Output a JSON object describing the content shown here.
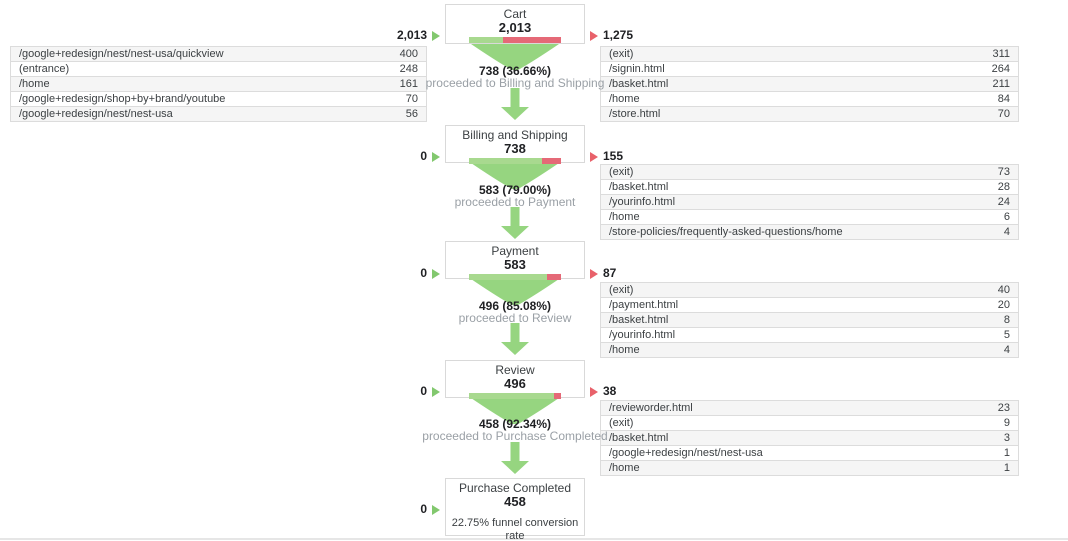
{
  "colors": {
    "arrow_green": "#96d580",
    "bar_green": "#a8d98f",
    "bar_red": "#e56977",
    "tri_green": "#82c86e",
    "tri_red": "#e8616a"
  },
  "steps": [
    {
      "title": "Cart",
      "value": "2,013",
      "green_pct": 36.66,
      "left_number": "2,013",
      "right_number": "1,275",
      "left_rows": [
        {
          "label": "/google+redesign/nest/nest-usa/quickview",
          "value": "400"
        },
        {
          "label": "(entrance)",
          "value": "248"
        },
        {
          "label": "/home",
          "value": "161"
        },
        {
          "label": "/google+redesign/shop+by+brand/youtube",
          "value": "70"
        },
        {
          "label": "/google+redesign/nest/nest-usa",
          "value": "56"
        }
      ],
      "right_rows": [
        {
          "label": "(exit)",
          "value": "311"
        },
        {
          "label": "/signin.html",
          "value": "264"
        },
        {
          "label": "/basket.html",
          "value": "211"
        },
        {
          "label": "/home",
          "value": "84"
        },
        {
          "label": "/store.html",
          "value": "70"
        }
      ],
      "transition_value": "738 (36.66%)",
      "transition_label": "proceeded to Billing and Shipping"
    },
    {
      "title": "Billing and Shipping",
      "value": "738",
      "green_pct": 79.0,
      "left_number": "0",
      "right_number": "155",
      "right_rows": [
        {
          "label": "(exit)",
          "value": "73"
        },
        {
          "label": "/basket.html",
          "value": "28"
        },
        {
          "label": "/yourinfo.html",
          "value": "24"
        },
        {
          "label": "/home",
          "value": "6"
        },
        {
          "label": "/store-policies/frequently-asked-questions/home",
          "value": "4"
        }
      ],
      "transition_value": "583 (79.00%)",
      "transition_label": "proceeded to Payment"
    },
    {
      "title": "Payment",
      "value": "583",
      "green_pct": 85.08,
      "left_number": "0",
      "right_number": "87",
      "right_rows": [
        {
          "label": "(exit)",
          "value": "40"
        },
        {
          "label": "/payment.html",
          "value": "20"
        },
        {
          "label": "/basket.html",
          "value": "8"
        },
        {
          "label": "/yourinfo.html",
          "value": "5"
        },
        {
          "label": "/home",
          "value": "4"
        }
      ],
      "transition_value": "496 (85.08%)",
      "transition_label": "proceeded to Review"
    },
    {
      "title": "Review",
      "value": "496",
      "green_pct": 92.34,
      "left_number": "0",
      "right_number": "38",
      "right_rows": [
        {
          "label": "/revieworder.html",
          "value": "23"
        },
        {
          "label": "(exit)",
          "value": "9"
        },
        {
          "label": "/basket.html",
          "value": "3"
        },
        {
          "label": "/google+redesign/nest/nest-usa",
          "value": "1"
        },
        {
          "label": "/home",
          "value": "1"
        }
      ],
      "transition_value": "458 (92.34%)",
      "transition_label": "proceeded to Purchase Completed"
    },
    {
      "title": "Purchase Completed",
      "value": "458",
      "left_number": "0",
      "note": "22.75% funnel conversion rate"
    }
  ],
  "chart_data": {
    "type": "funnel",
    "steps": [
      {
        "name": "Cart",
        "entered": 2013,
        "proceeded": 738,
        "proceeded_pct": 36.66,
        "abandoned": 1275,
        "entrance_pages": [
          [
            "/google+redesign/nest/nest-usa/quickview",
            400
          ],
          [
            "(entrance)",
            248
          ],
          [
            "/home",
            161
          ],
          [
            "/google+redesign/shop+by+brand/youtube",
            70
          ],
          [
            "/google+redesign/nest/nest-usa",
            56
          ]
        ],
        "abandonment_pages": [
          [
            "(exit)",
            311
          ],
          [
            "/signin.html",
            264
          ],
          [
            "/basket.html",
            211
          ],
          [
            "/home",
            84
          ],
          [
            "/store.html",
            70
          ]
        ]
      },
      {
        "name": "Billing and Shipping",
        "entered": 738,
        "entered_directly": 0,
        "proceeded": 583,
        "proceeded_pct": 79.0,
        "abandoned": 155,
        "abandonment_pages": [
          [
            "(exit)",
            73
          ],
          [
            "/basket.html",
            28
          ],
          [
            "/yourinfo.html",
            24
          ],
          [
            "/home",
            6
          ],
          [
            "/store-policies/frequently-asked-questions/home",
            4
          ]
        ]
      },
      {
        "name": "Payment",
        "entered": 583,
        "entered_directly": 0,
        "proceeded": 496,
        "proceeded_pct": 85.08,
        "abandoned": 87,
        "abandonment_pages": [
          [
            "(exit)",
            40
          ],
          [
            "/payment.html",
            20
          ],
          [
            "/basket.html",
            8
          ],
          [
            "/yourinfo.html",
            5
          ],
          [
            "/home",
            4
          ]
        ]
      },
      {
        "name": "Review",
        "entered": 496,
        "entered_directly": 0,
        "proceeded": 458,
        "proceeded_pct": 92.34,
        "abandoned": 38,
        "abandonment_pages": [
          [
            "/revieworder.html",
            23
          ],
          [
            "(exit)",
            9
          ],
          [
            "/basket.html",
            3
          ],
          [
            "/google+redesign/nest/nest-usa",
            1
          ],
          [
            "/home",
            1
          ]
        ]
      },
      {
        "name": "Purchase Completed",
        "entered": 458,
        "entered_directly": 0
      }
    ],
    "funnel_conversion_rate_pct": 22.75
  }
}
